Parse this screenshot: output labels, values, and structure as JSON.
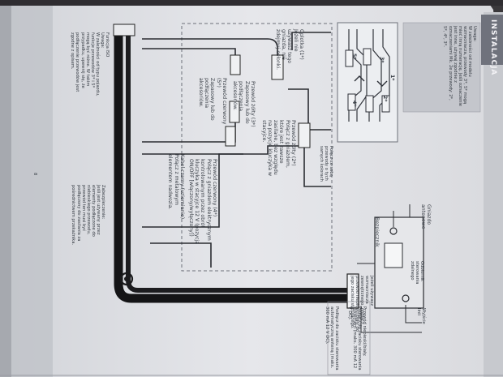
{
  "page": {
    "section_tab": "INSTALACJA",
    "page_number": "8"
  },
  "notes": {
    "tip_box": "Uwaga:\nW zależności od modelu wzmacniacza, przewody 3*, 5* mogą mieć inną numerację. Jeśli oznaczenie jest inne, używaj zgodnie z oznaczeniami Mk. 2e przewody: 2*, 5*, 4*, 3*.",
    "connect_same_colors": "Połącz ze sobą przewody o tych samych kolorach",
    "left_col": "Funkcja ISO\nUwaga:\nW zależności od typu pojazdu, funkcje przewodów 3* i 5* mogą być różne. W takim przypadku, upewnij się, że podłączenie przewodów jest zgodne z opisem.",
    "bottom_left": "Zabezpieczenie:\nJeśli jest używany przez elementy podłączone do niebieskiego przewodu, przewód ten musi być podłączony do zasilania za pośrednictwem przekaźnika."
  },
  "wires": {
    "antenna": "Oplotka (1*)\nJeżeli nie używasz tego gniazda, nie zdejmuj osłonki.",
    "yellow2": "Przewód żółty (2*)\nPołącz z gniazdem, które jest zawsze zasilane, bez względu na pozycję kluczyka w stacyjce.",
    "yellow3": "Przewód żółty (3*)\nZapasowy lub do podłączenia akcesoriów.",
    "red5": "Przewód czerwony (5*)\nZapasowy lub do podłączenia akcesoriów.",
    "red4": "Przewód czerwony (4*)\nPołącz z gniazdem elektrycznym kontrolowanym przez obrót kluczyka w stacyjce 12 V (pozycja ON/OFF [włączony/wyłączony])",
    "black": "Kabel czarny (uziemienie)\nPołącz z metalowym elementem nadwozia."
  },
  "labels": {
    "antenna_socket": "Gniazdo\nantenowe",
    "fuse": "Bezpiecznik",
    "wired_remote": "Odbiornik\nsterowania\nzdalnego",
    "output": "Wyjście\nlinii",
    "right_col": "Jeżeli używasz wzmacniacza zewnętrznego, podłącz przewód niebieski/biały do jego zacisku sterującego.",
    "bottom_right": "Przewód niebieski/biały. Podłącz do zacisku sterowania systemem (maks. 300 mA 12 V DC).",
    "bottom_right2": "Podłącz do zacisku sterowania automatyczną anteną (maks. 300 mA 12 V DC)."
  },
  "numbers": {
    "n1": "1*",
    "n2": "2*",
    "n3": "3*",
    "n4": "4*",
    "n5": "5*"
  }
}
